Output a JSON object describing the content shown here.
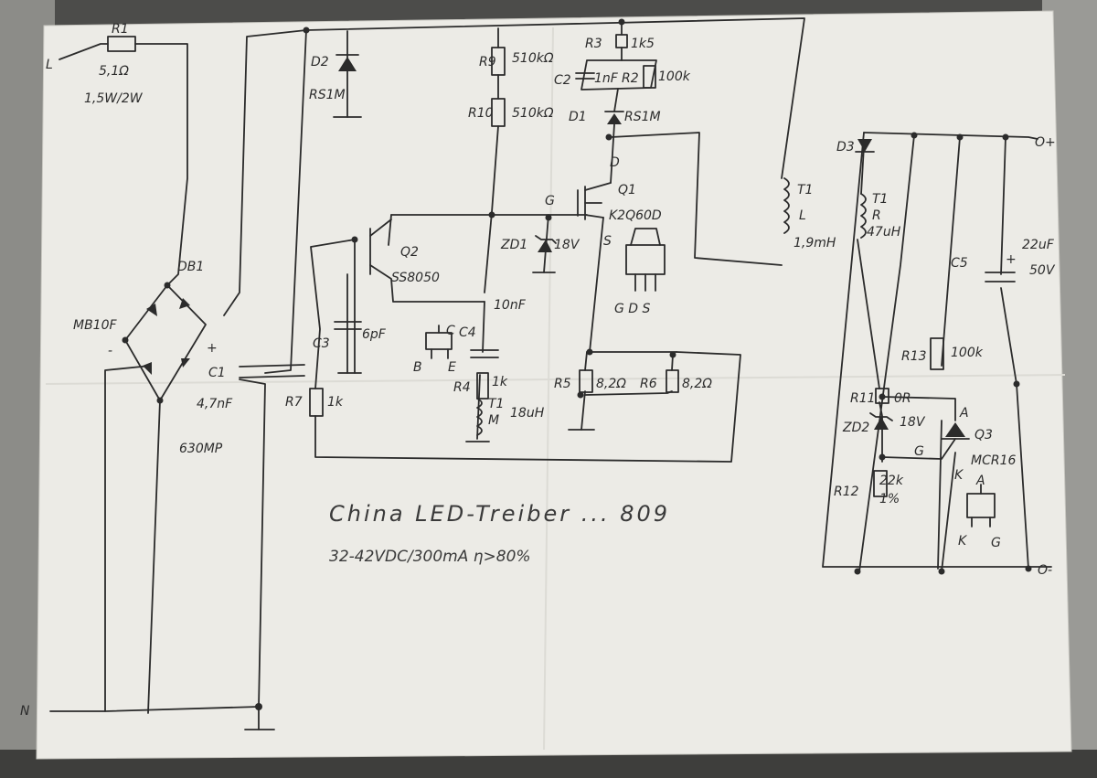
{
  "title": "China LED-Treiber ... 809",
  "specs": "32-42VDC/300mA  η>80%",
  "terminals": {
    "L": "L",
    "N": "N",
    "out_plus": "O+",
    "out_minus": "O-"
  },
  "components": {
    "R1": {
      "ref": "R1",
      "value": "5,1Ω",
      "rating": "1,5W/2W"
    },
    "DB1": {
      "ref": "DB1",
      "part": "MB10F",
      "minus": "-",
      "plus": "+"
    },
    "C1": {
      "ref": "C1",
      "value": "4,7nF",
      "rating": "630MP"
    },
    "D2": {
      "ref": "D2",
      "part": "RS1M"
    },
    "R9": {
      "ref": "R9",
      "value": "510kΩ"
    },
    "R10": {
      "ref": "R10",
      "value": "510kΩ"
    },
    "R3": {
      "ref": "R3",
      "value": "1k5"
    },
    "C2": {
      "ref": "C2",
      "value": "1nF"
    },
    "R2": {
      "ref": "R2",
      "value": "100k"
    },
    "D1": {
      "ref": "D1",
      "part": "RS1M"
    },
    "Q1": {
      "ref": "Q1",
      "part": "K2Q60D",
      "G": "G",
      "D": "D",
      "S": "S",
      "pinout": "G D S"
    },
    "Q2": {
      "ref": "Q2",
      "part": "SS8050",
      "B": "B",
      "E": "E",
      "C": "C"
    },
    "C3": {
      "ref": "C3",
      "value": "6pF"
    },
    "ZD1": {
      "ref": "ZD1",
      "value": "18V"
    },
    "C4": {
      "ref": "C4",
      "value": "10nF"
    },
    "R4": {
      "ref": "R4",
      "value": "1k"
    },
    "T1M": {
      "ref": "T1",
      "pin": "M",
      "value": "18uH"
    },
    "R5": {
      "ref": "R5",
      "value": "8,2Ω"
    },
    "R6": {
      "ref": "R6",
      "value": "8,2Ω"
    },
    "R7": {
      "ref": "R7",
      "value": "1k"
    },
    "T1L": {
      "ref": "T1",
      "pin": "L",
      "value": "1,9mH"
    },
    "D3": {
      "ref": "D3"
    },
    "T1R": {
      "ref": "T1",
      "pin": "R",
      "value": "47uH"
    },
    "C5": {
      "ref": "C5",
      "value": "22uF",
      "rating": "50V",
      "plus": "+"
    },
    "R13": {
      "ref": "R13",
      "value": "100k"
    },
    "R11": {
      "ref": "R11",
      "value": "0R"
    },
    "ZD2": {
      "ref": "ZD2",
      "value": "18V"
    },
    "Q3": {
      "ref": "Q3",
      "part": "MCR16",
      "A": "A",
      "G": "G",
      "K": "K",
      "pin_A": "A",
      "pin_K": "K",
      "pin_G": "G"
    },
    "R12": {
      "ref": "R12",
      "value": "22k",
      "tolerance": "1%"
    }
  }
}
